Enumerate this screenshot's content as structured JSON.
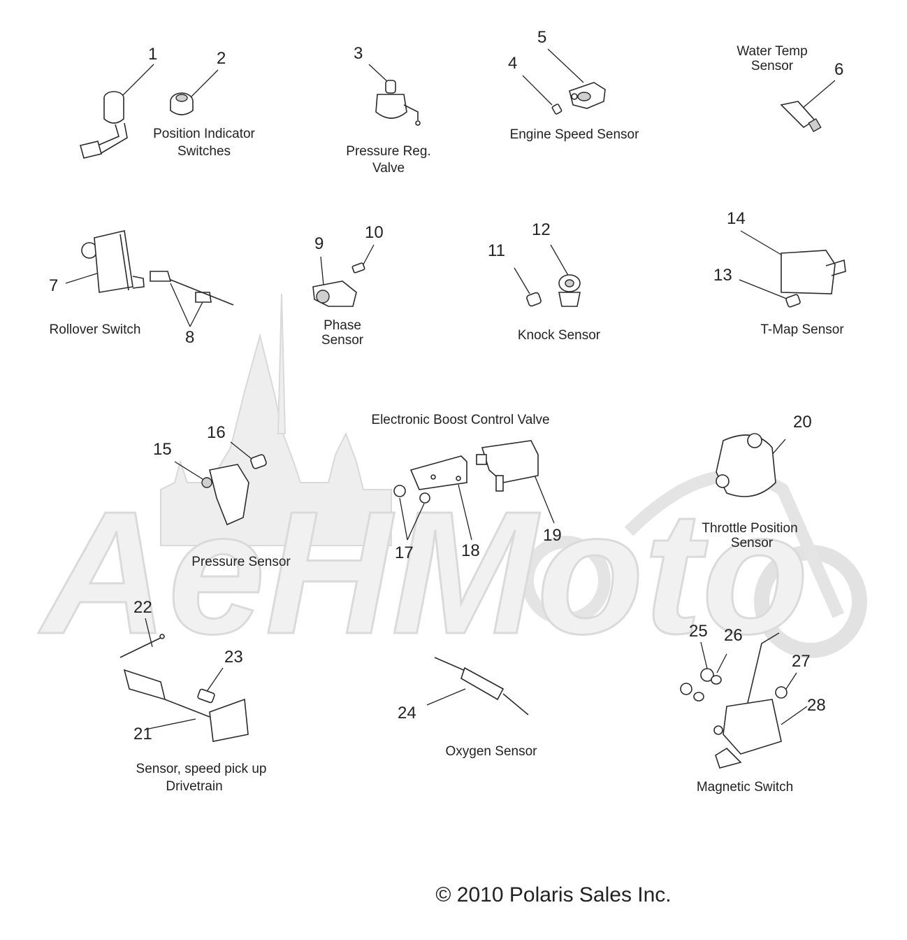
{
  "callouts": [
    "1",
    "2",
    "3",
    "4",
    "5",
    "6",
    "7",
    "8",
    "9",
    "10",
    "11",
    "12",
    "13",
    "14",
    "15",
    "16",
    "17",
    "18",
    "19",
    "20",
    "21",
    "22",
    "23",
    "24",
    "25",
    "26",
    "27",
    "28"
  ],
  "labels": {
    "position_indicator": [
      "Position Indicator",
      "Switches"
    ],
    "pressure_reg": [
      "Pressure Reg.",
      "Valve"
    ],
    "engine_speed": [
      "Engine Speed Sensor"
    ],
    "water_temp": [
      "Water Temp",
      "Sensor"
    ],
    "rollover": [
      "Rollover Switch"
    ],
    "phase": [
      "Phase",
      "Sensor"
    ],
    "knock": [
      "Knock Sensor"
    ],
    "tmap": [
      "T-Map Sensor"
    ],
    "boost": [
      "Electronic Boost Control Valve"
    ],
    "pressure_sensor": [
      "Pressure Sensor"
    ],
    "throttle": [
      "Throttle Position",
      "Sensor"
    ],
    "speed_pickup": [
      "Sensor, speed pick up",
      "Drivetrain"
    ],
    "oxygen": [
      "Oxygen Sensor"
    ],
    "magnetic": [
      "Magnetic Switch"
    ]
  },
  "watermark": "AeHMoto",
  "copyright": "© 2010 Polaris Sales Inc."
}
